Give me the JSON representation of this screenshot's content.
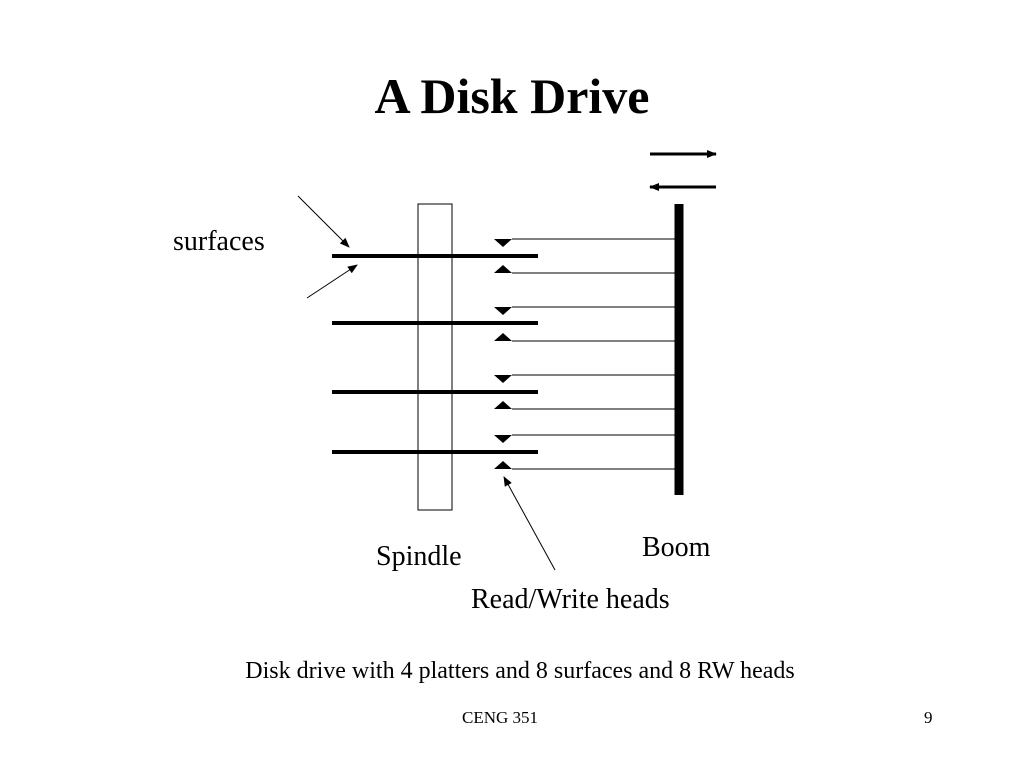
{
  "slide": {
    "title": "A Disk Drive",
    "caption": "Disk drive with 4 platters and 8 surfaces and 8 RW heads",
    "footer_course": "CENG 351",
    "page_number": "9"
  },
  "diagram": {
    "labels": {
      "surfaces": "surfaces",
      "spindle": "Spindle",
      "boom": "Boom",
      "read_write_heads": "Read/Write heads"
    },
    "platter_count": 4,
    "surface_count": 8,
    "head_count": 8
  }
}
